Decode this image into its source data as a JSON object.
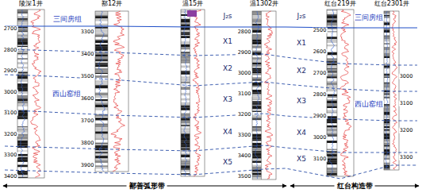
{
  "diagram": {
    "labels": [
      "陵深1井",
      "鄯12井",
      "温15井",
      "温1302井",
      "红台219井",
      "红台2301井",
      "J₂s",
      "三间房组",
      "西山窑组",
      "X1",
      "X2",
      "X3",
      "X4",
      "X5",
      "J₂s",
      "三间房组",
      "西山窑组",
      "X1",
      "X2",
      "X3",
      "X4",
      "X5",
      "2700",
      "2800",
      "2900",
      "3000",
      "3100",
      "3200",
      "3300",
      "3400",
      "3300",
      "3400",
      "3500",
      "3600",
      "3700",
      "3800",
      "3900",
      "2800",
      "2900",
      "3000",
      "3100",
      "3200",
      "3300",
      "3400",
      "3500",
      "2500",
      "2600",
      "2700",
      "2800",
      "2900",
      "3000",
      "3100",
      "3000",
      "3100",
      "3200",
      "3300",
      "鄯善弧形带",
      "红台构造带"
    ]
  }
}
